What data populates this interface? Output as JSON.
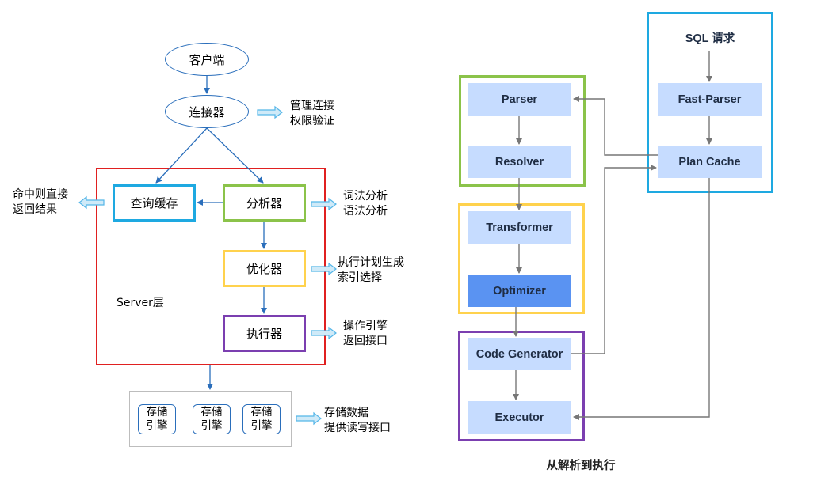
{
  "left": {
    "client": "客户端",
    "connector": "连接器",
    "connector_note": [
      "管理连接",
      "权限验证"
    ],
    "query_cache": "查询缓存",
    "cache_note": [
      "命中则直接",
      "返回结果"
    ],
    "analyzer": "分析器",
    "analyzer_note": [
      "词法分析",
      "语法分析"
    ],
    "optimizer": "优化器",
    "optimizer_note": [
      "执行计划生成",
      "索引选择"
    ],
    "executor": "执行器",
    "executor_note": [
      "操作引擎",
      "返回接口"
    ],
    "server_layer": "Server层",
    "engines": [
      [
        "存储",
        "引擎"
      ],
      [
        "存储",
        "引擎"
      ],
      [
        "存储",
        "引擎"
      ]
    ],
    "engine_note": [
      "存储数据",
      "提供读写接口"
    ]
  },
  "right": {
    "sql_request": "SQL 请求",
    "fast_parser": "Fast-Parser",
    "plan_cache": "Plan Cache",
    "parser": "Parser",
    "resolver": "Resolver",
    "transformer": "Transformer",
    "optimizer": "Optimizer",
    "code_generator": "Code Generator",
    "executor": "Executor",
    "caption": "从解析到执行"
  },
  "colors": {
    "flow_blue": "#2a6ebb",
    "cache_frame": "#1ea9e1",
    "analyzer_frame": "#8bc34a",
    "optimizer_frame": "#ffd24d",
    "executor_frame": "#7b3fb0",
    "server_frame": "#e02020",
    "light_box": "#c6dcff",
    "dark_box": "#5a93f2",
    "note_arrow": "#55b6e8",
    "gray_arrow": "#777777"
  }
}
